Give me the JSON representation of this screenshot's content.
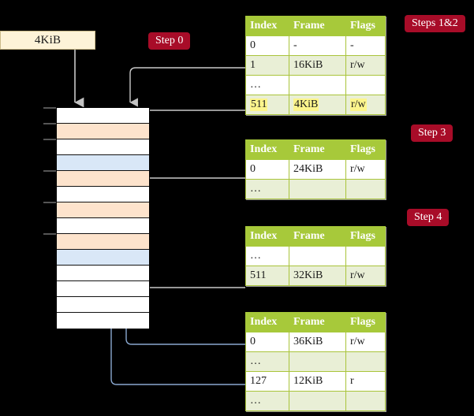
{
  "source_box": {
    "label": "4KiB"
  },
  "badges": {
    "step0": "Step 0",
    "steps12": "Steps 1&2",
    "step3": "Step 3",
    "step4": "Step 4"
  },
  "columns": {
    "index": "Index",
    "frame": "Frame",
    "flags": "Flags"
  },
  "tables": [
    {
      "id": "pml4",
      "rows": [
        {
          "index": "0",
          "frame": "-",
          "flags": "-",
          "shade": "plain",
          "highlight": false
        },
        {
          "index": "1",
          "frame": "16KiB",
          "flags": "r/w",
          "shade": "alt",
          "highlight": false
        },
        {
          "index": "…",
          "frame": "",
          "flags": "",
          "shade": "plain",
          "highlight": false
        },
        {
          "index": "511",
          "frame": "4KiB",
          "flags": "r/w",
          "shade": "alt",
          "highlight": true
        }
      ]
    },
    {
      "id": "pdpt",
      "rows": [
        {
          "index": "0",
          "frame": "24KiB",
          "flags": "r/w",
          "shade": "plain",
          "highlight": false
        },
        {
          "index": "…",
          "frame": "",
          "flags": "",
          "shade": "alt",
          "highlight": false
        }
      ]
    },
    {
      "id": "pd",
      "rows": [
        {
          "index": "…",
          "frame": "",
          "flags": "",
          "shade": "plain",
          "highlight": false
        },
        {
          "index": "511",
          "frame": "32KiB",
          "flags": "r/w",
          "shade": "alt",
          "highlight": false
        }
      ]
    },
    {
      "id": "pt",
      "rows": [
        {
          "index": "0",
          "frame": "36KiB",
          "flags": "r/w",
          "shade": "plain",
          "highlight": false
        },
        {
          "index": "…",
          "frame": "",
          "flags": "",
          "shade": "alt",
          "highlight": false
        },
        {
          "index": "127",
          "frame": "12KiB",
          "flags": "r",
          "shade": "plain",
          "highlight": false
        },
        {
          "index": "…",
          "frame": "",
          "flags": "",
          "shade": "alt",
          "highlight": false
        }
      ]
    }
  ],
  "memory_column": {
    "rows": [
      {
        "fill": "white"
      },
      {
        "fill": "orange"
      },
      {
        "fill": "white"
      },
      {
        "fill": "blue"
      },
      {
        "fill": "orange"
      },
      {
        "fill": "white"
      },
      {
        "fill": "orange"
      },
      {
        "fill": "white"
      },
      {
        "fill": "orange"
      },
      {
        "fill": "blue"
      },
      {
        "fill": "white"
      },
      {
        "fill": "white"
      },
      {
        "fill": "white"
      },
      {
        "fill": "white"
      }
    ]
  },
  "colors": {
    "badge_bg": "#a80c28",
    "table_header_bg": "#a7c93a",
    "table_alt_bg": "#e9efd6",
    "highlight_bg": "#fcf58c",
    "mem_orange": "#fde3cc",
    "mem_blue": "#d9e7f7",
    "wire_gray": "#c9c9c9",
    "wire_blue": "#8aa8d0",
    "source_bg": "#fdf3d8"
  }
}
